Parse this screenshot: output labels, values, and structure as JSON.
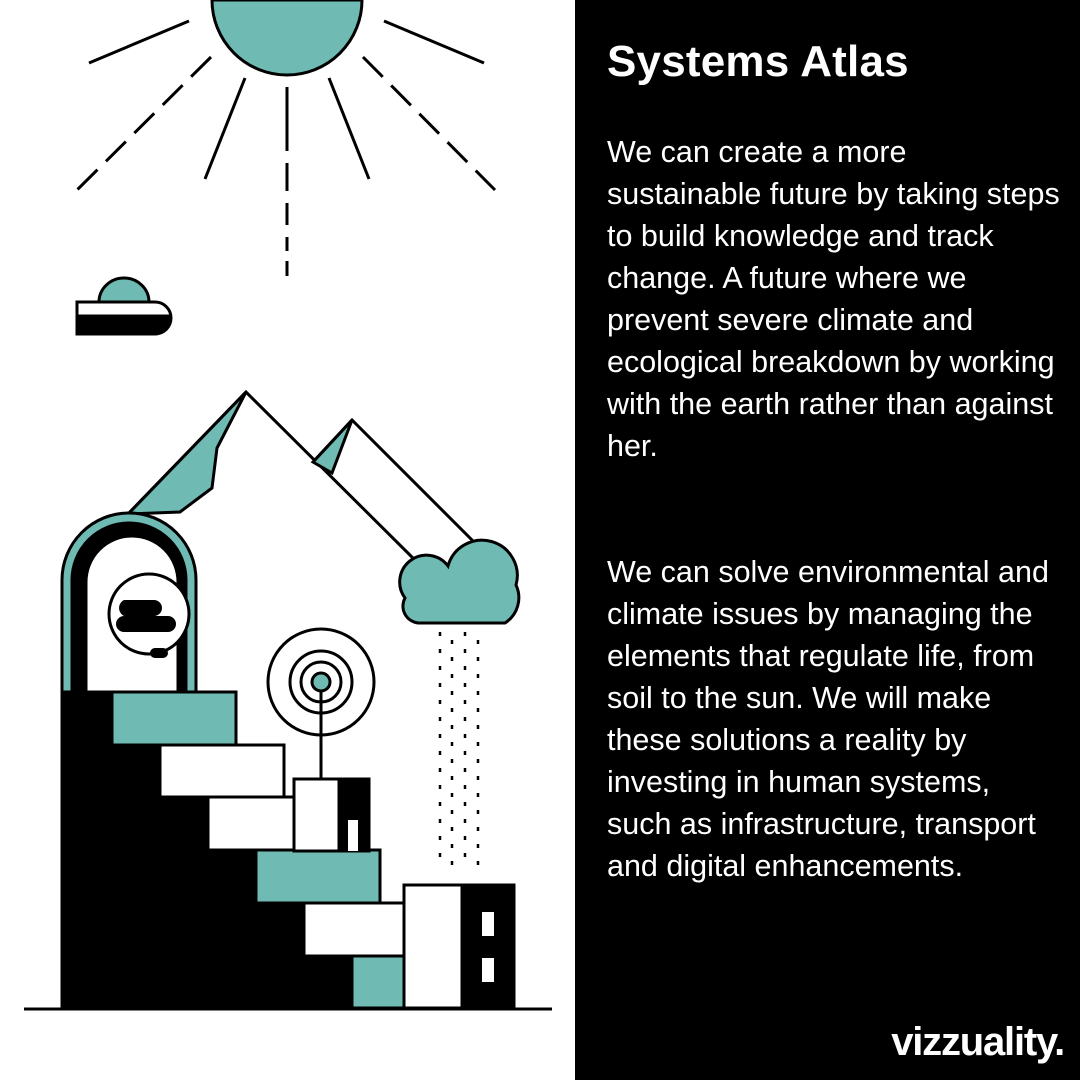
{
  "panel": {
    "title": "Systems Atlas",
    "paragraph_1": "We can create a more sustainable future by taking steps to build knowledge and track change. A future where we prevent severe climate and ecological breakdown by working with the earth rather than against her.",
    "paragraph_2": "We can solve environmental and climate issues by managing the elements that regulate life, from soil to the sun. We will make these solutions a reality by investing in human systems, such as infrastructure, transport and digital enhancements."
  },
  "brand": {
    "logo_text": "vizzuality."
  },
  "colors": {
    "teal": "#6fbbb3",
    "black": "#000000",
    "white": "#ffffff"
  },
  "illustration_icons": [
    "sun-icon",
    "cloud-icon",
    "mountain-icon",
    "arch-icon",
    "stairs-icon",
    "signal-tower-icon",
    "rain-cloud-icon",
    "building-icon"
  ]
}
